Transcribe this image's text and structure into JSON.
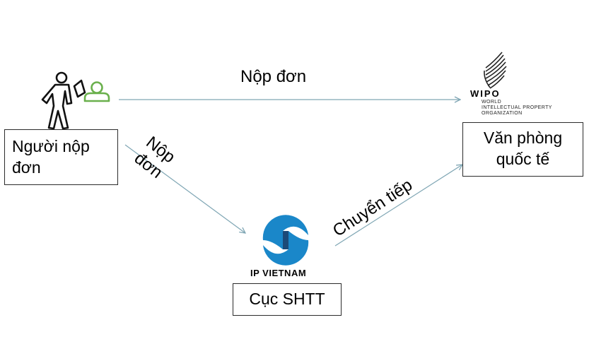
{
  "nodes": {
    "applicant": {
      "line1": "Người nộp",
      "line2": "đơn"
    },
    "ipvn": {
      "label": "Cục SHTT",
      "logo_text": "IP VIETNAM",
      "logo_icon": "ip-vietnam-logo"
    },
    "wipo": {
      "line1": "Văn phòng",
      "line2": "quốc tế",
      "logo_text": "WIPO",
      "logo_sub1": "WORLD",
      "logo_sub2": "INTELLECTUAL PROPERTY",
      "logo_sub3": "ORGANIZATION",
      "logo_icon": "wipo-logo"
    }
  },
  "edges": {
    "applicant_to_wipo": "Nộp đơn",
    "applicant_to_ipvn": {
      "line1": "Nộp",
      "line2": "đơn"
    },
    "ipvn_to_wipo": "Chuyển tiếp"
  },
  "icons": {
    "person": "person-walking-icon",
    "user": "user-icon"
  },
  "colors": {
    "arrow": "#7fa6b4",
    "user_icon": "#6ab04c",
    "ipvn_blue": "#1a87c9",
    "ipvn_dark": "#1c4a78"
  }
}
